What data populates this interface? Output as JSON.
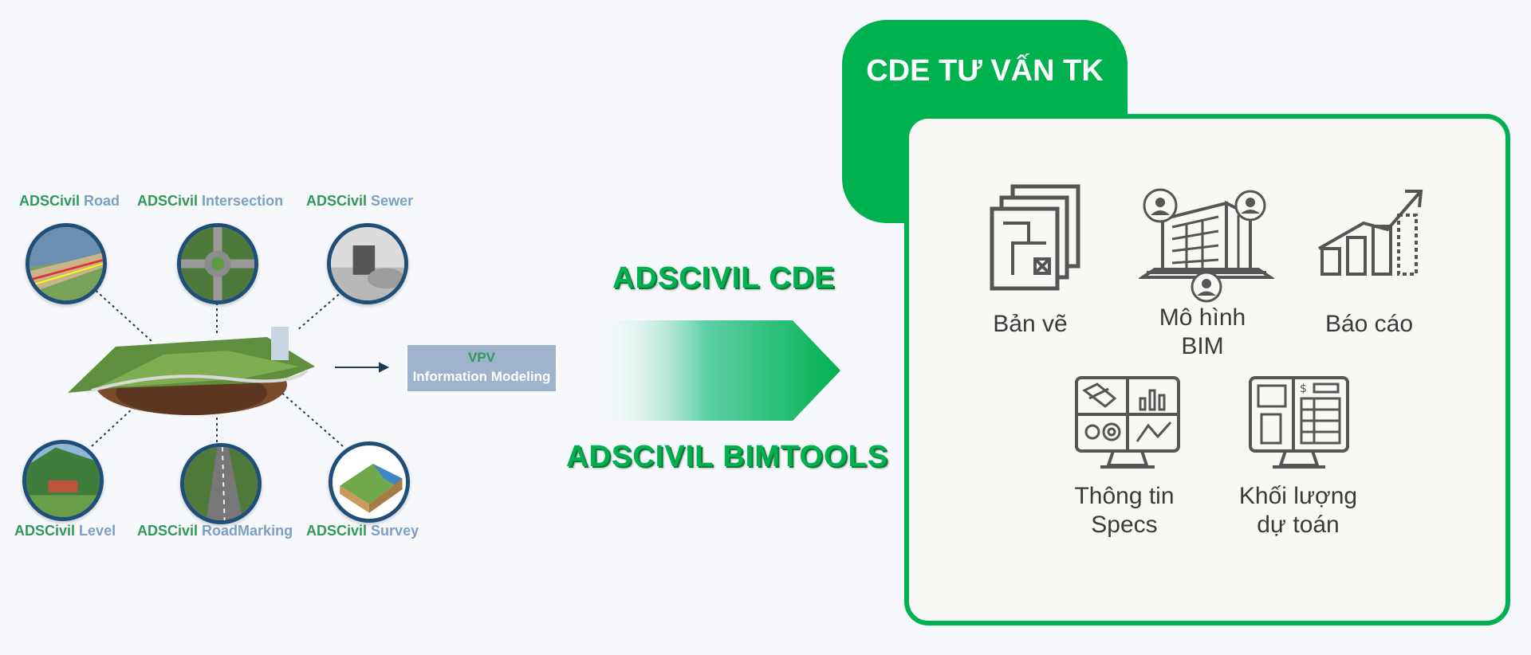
{
  "modules": {
    "road": {
      "brand": "ADSCivil",
      "name": "Road"
    },
    "intersection": {
      "brand": "ADSCivil",
      "name": "Intersection"
    },
    "sewer": {
      "brand": "ADSCivil",
      "name": "Sewer"
    },
    "level": {
      "brand": "ADSCivil",
      "name": "Level"
    },
    "roadmarking": {
      "brand": "ADSCivil",
      "name": "RoadMarking"
    },
    "survey": {
      "brand": "ADSCivil",
      "name": "Survey"
    }
  },
  "vpv": {
    "line1": "VPV",
    "line2": "Information Modeling"
  },
  "cde_title": "ADSCIVIL CDE",
  "bimtools_title": "ADSCIVIL BIMTOOLS",
  "panel": {
    "tab_title": "CDE TƯ VẤN TK",
    "items": {
      "drawings": "Bản vẽ",
      "bim_line1": "Mô hình",
      "bim_line2": "BIM",
      "reports": "Báo cáo",
      "specs_line1": "Thông tin",
      "specs_line2": "Specs",
      "qty_line1": "Khối lượng",
      "qty_line2": "dự toán"
    }
  },
  "colors": {
    "brand_green": "#00b14f",
    "module_brand": "#2e9a57",
    "module_name": "#7d9fc4",
    "circle_border": "#1f4e78"
  }
}
